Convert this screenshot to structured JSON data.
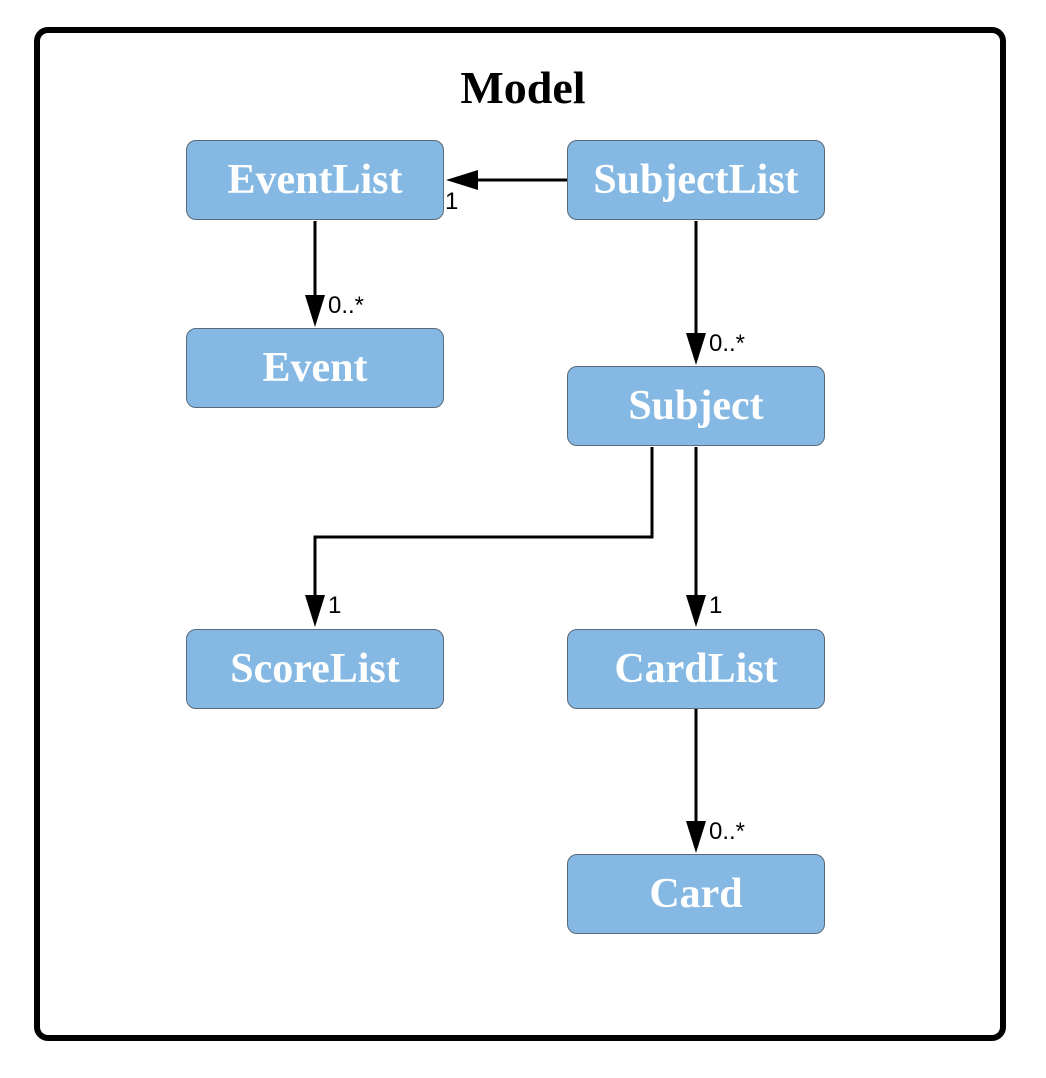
{
  "diagram": {
    "title": "Model",
    "colors": {
      "box_fill": "#85b9e3",
      "box_border": "#5a6a7a",
      "box_text": "#ffffff",
      "edge": "#000000",
      "frame": "#000000"
    },
    "nodes": {
      "event_list": "EventList",
      "subject_list": "SubjectList",
      "event": "Event",
      "subject": "Subject",
      "score_list": "ScoreList",
      "card_list": "CardList",
      "card": "Card"
    },
    "edges": [
      {
        "from": "SubjectList",
        "to": "EventList",
        "multiplicity": "1"
      },
      {
        "from": "EventList",
        "to": "Event",
        "multiplicity": "0..*"
      },
      {
        "from": "SubjectList",
        "to": "Subject",
        "multiplicity": "0..*"
      },
      {
        "from": "Subject",
        "to": "ScoreList",
        "multiplicity": "1"
      },
      {
        "from": "Subject",
        "to": "CardList",
        "multiplicity": "1"
      },
      {
        "from": "CardList",
        "to": "Card",
        "multiplicity": "0..*"
      }
    ]
  }
}
